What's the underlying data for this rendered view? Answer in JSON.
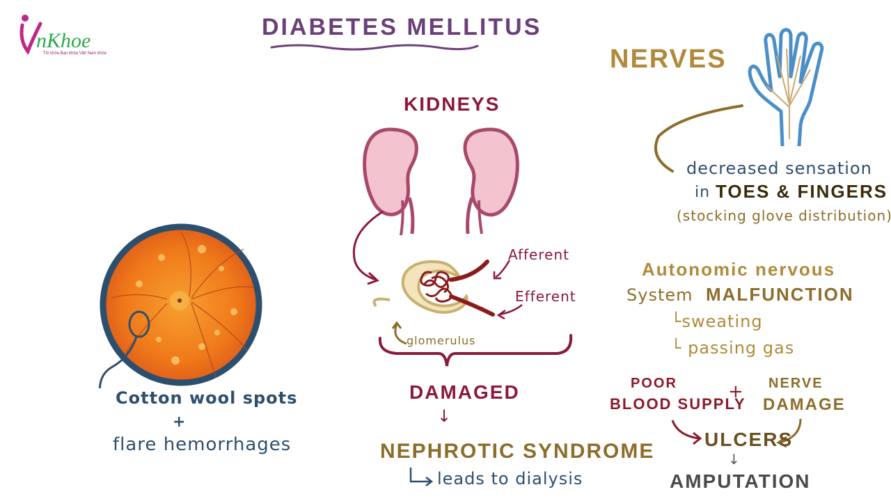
{
  "logo": {
    "brand": "nKhoe",
    "tagline": "Tôi khỏe,Bạn khỏe,Việt Nam khỏe"
  },
  "title": "DIABETES MELLITUS",
  "eyes": {
    "spots_label": "Cotton wool spots",
    "plus": "+",
    "hemorrhage_label": "flare hemorrhages"
  },
  "kidneys": {
    "heading": "KIDNEYS",
    "afferent": "Afferent",
    "efferent": "Efferent",
    "glomerulus": "glomerulus",
    "damaged": "DAMAGED",
    "arrow": "↓",
    "syndrome": "NEPHROTIC SYNDROME",
    "dialysis": "leads to dialysis"
  },
  "nerves": {
    "heading": "NERVES",
    "sensation_line1": "decreased sensation",
    "sensation_in": "in",
    "sensation_line2": "TOES & FINGERS",
    "distribution": "(stocking glove distribution)",
    "autonomic_line1": "Autonomic nervous",
    "autonomic_line2a": "System",
    "autonomic_line2b": "MALFUNCTION",
    "symptom1": "sweating",
    "symptom2": "passing gas",
    "poor": "POOR",
    "blood_supply": "BLOOD SUPPLY",
    "plus": "+",
    "nerve": "NERVE",
    "damage": "DAMAGE",
    "ulcers": "ULCERS",
    "arrow": "↓",
    "amputation": "AMPUTATION"
  },
  "colors": {
    "purple": "#6b3f7a",
    "gold": "#8c6d2a",
    "blue": "#2d4f6e",
    "maroon": "#8b1a2a",
    "kidney_fill": "#f3c4d0",
    "kidney_stroke": "#a8496a",
    "retina": "#f07a1a",
    "hand_blue": "#4a8fc8"
  }
}
